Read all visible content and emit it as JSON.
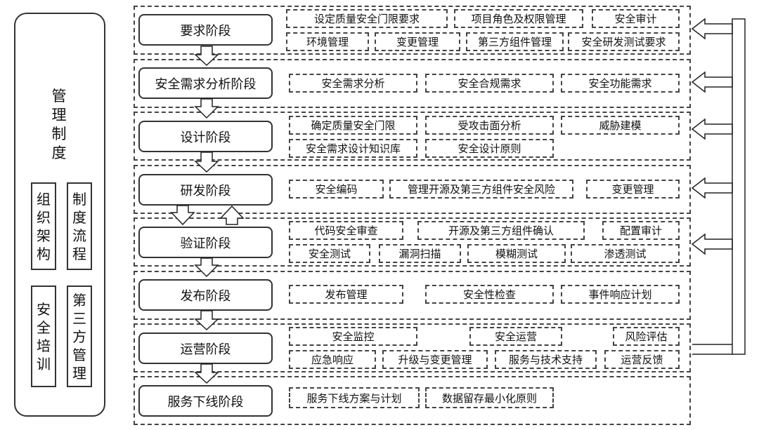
{
  "management": {
    "title": [
      "管",
      "理",
      "制",
      "度"
    ],
    "groups": [
      {
        "id": "org",
        "chars": [
          "组",
          "织",
          "架",
          "构"
        ]
      },
      {
        "id": "process",
        "chars": [
          "制",
          "度",
          "流",
          "程"
        ]
      },
      {
        "id": "training",
        "chars": [
          "安",
          "全",
          "培",
          "训"
        ]
      },
      {
        "id": "third-party",
        "chars": [
          "第",
          "三",
          "方",
          "管",
          "理"
        ]
      }
    ]
  },
  "stages": [
    {
      "id": "requirements",
      "label": "要求阶段",
      "items": [
        "设定质量安全门限要求",
        "项目角色及权限管理",
        "安全审计",
        "环境管理",
        "变更管理",
        "第三方组件管理",
        "安全研发测试要求"
      ]
    },
    {
      "id": "sec-req-analysis",
      "label": "安全需求分析阶段",
      "items": [
        "安全需求分析",
        "安全合规需求",
        "安全功能需求"
      ]
    },
    {
      "id": "design",
      "label": "设计阶段",
      "items": [
        "确定质量安全门限",
        "受攻击面分析",
        "威胁建模",
        "安全需求设计知识库",
        "安全设计原则"
      ]
    },
    {
      "id": "development",
      "label": "研发阶段",
      "items": [
        "安全编码",
        "管理开源及第三方组件安全风险",
        "变更管理"
      ]
    },
    {
      "id": "verification",
      "label": "验证阶段",
      "items": [
        "代码安全审查",
        "开源及第三方组件确认",
        "配置审计",
        "安全测试",
        "漏洞扫描",
        "模糊测试",
        "渗透测试"
      ]
    },
    {
      "id": "release",
      "label": "发布阶段",
      "items": [
        "发布管理",
        "安全性检查",
        "事件响应计划"
      ]
    },
    {
      "id": "operations",
      "label": "运营阶段",
      "items": [
        "安全监控",
        "安全运营",
        "风险评估",
        "应急响应",
        "升级与变更管理",
        "服务与技术支持",
        "运营反馈"
      ]
    },
    {
      "id": "decommission",
      "label": "服务下线阶段",
      "items": [
        "服务下线方案与计划",
        "数据留存最小化原则"
      ]
    }
  ]
}
